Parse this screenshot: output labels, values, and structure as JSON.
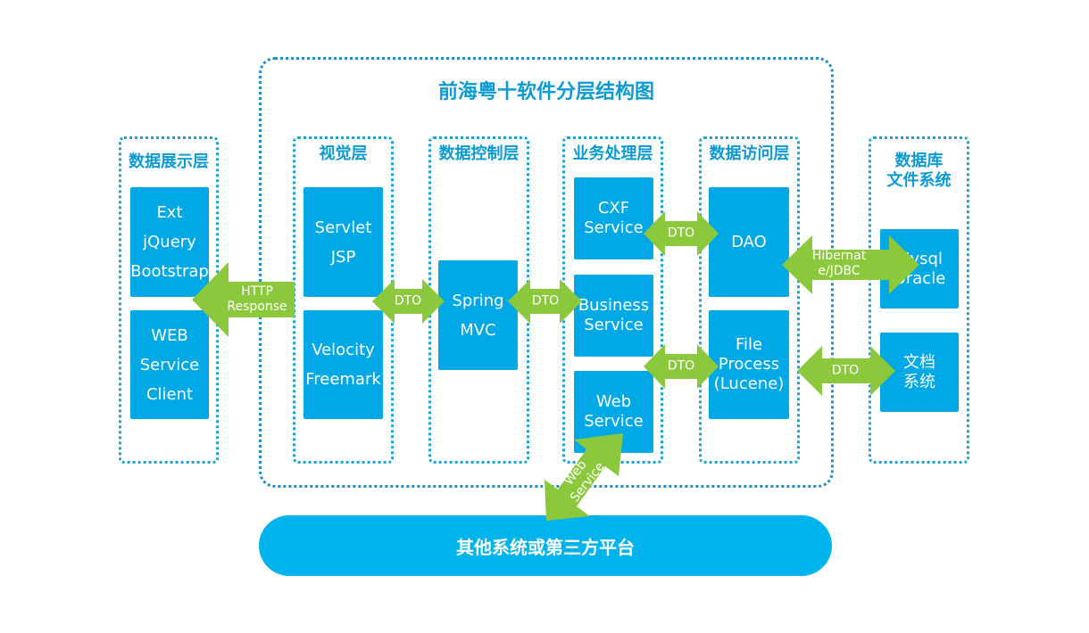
{
  "title": "前海粤十软件分层结构图",
  "layers": {
    "presentation": {
      "label": "数据展示层",
      "boxes": [
        "Ext\njQuery\nBootstrap",
        "WEB\nService\nClient"
      ]
    },
    "view": {
      "label": "视觉层",
      "boxes": [
        "Servlet\nJSP",
        "Velocity\nFreemark"
      ]
    },
    "control": {
      "label": "数据控制层",
      "boxes": [
        "Spring\nMVC"
      ]
    },
    "business": {
      "label": "业务处理层",
      "boxes": [
        "CXF\nService",
        "Business\nService",
        "Web\nService"
      ]
    },
    "access": {
      "label": "数据访问层",
      "boxes": [
        "DAO",
        "File\nProcess\n(Lucene)"
      ]
    },
    "storage": {
      "label": "数据库\n文件系统",
      "boxes": [
        "Mysql\nOracle",
        "文档\n系统"
      ]
    }
  },
  "platform": "其他系统或第三方平台",
  "arrows": {
    "http": "HTTP\nResponse",
    "dto": "DTO",
    "hibernate": "Hibernat\ne/JDBC",
    "webservice": "Web\nService"
  },
  "colors": {
    "box": "#00a8e6",
    "heading": "#0b9ad3",
    "border": "#1aa3d4",
    "arrow": "#8cc83c",
    "platform": "#00b3ed"
  }
}
